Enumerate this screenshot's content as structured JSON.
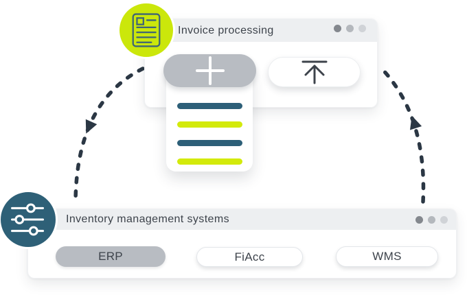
{
  "theme": {
    "bg": "#ffffff",
    "lime": "#cbe70b",
    "teal": "#2e6077",
    "dash": "#2b3744",
    "header-bg": "#edeff1",
    "text-dark": "#3d434b",
    "btn-gray": "#b8bcc2",
    "bar-teal": "#2d5f78",
    "bar-lime": "#d3ea0b",
    "icon-stroke": "#3e6577",
    "dot-a": "#84888e",
    "dot-b": "#b4b8bd",
    "dot-c": "#d0d3d7"
  },
  "invoice_window": {
    "title": "Invoice processing",
    "badge_icon": "document-icon",
    "add_button": {
      "icon": "plus-icon"
    },
    "upload_button": {
      "icon": "upload-arrow-icon"
    },
    "document_preview": {
      "lines": [
        "bar-teal",
        "bar-lime",
        "bar-teal",
        "bar-lime"
      ]
    }
  },
  "inventory_window": {
    "title": "Inventory management systems",
    "badge_icon": "sliders-icon",
    "systems": [
      {
        "label": "ERP",
        "selected": true
      },
      {
        "label": "FiAcc",
        "selected": false
      },
      {
        "label": "WMS",
        "selected": false
      }
    ]
  },
  "arrows": {
    "left": {
      "icon": "dashed-arrow-down-icon",
      "direction": "invoice-to-inventory"
    },
    "right": {
      "icon": "dashed-arrow-up-icon",
      "direction": "inventory-to-invoice"
    }
  }
}
